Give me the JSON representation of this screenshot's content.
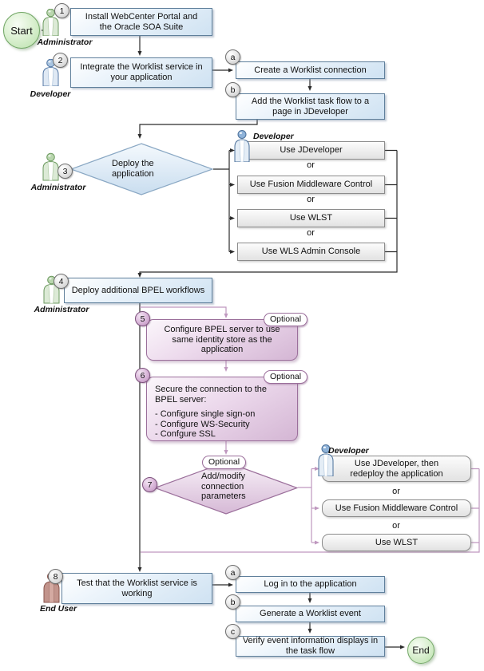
{
  "terminals": {
    "start": "Start",
    "end": "End"
  },
  "actors": {
    "administrator": "Administrator",
    "developer": "Developer",
    "end_user": "End User"
  },
  "separator": "or",
  "optional_label": "Optional",
  "steps": {
    "s1": {
      "badge": "1",
      "text": "Install WebCenter Portal and the Oracle SOA Suite"
    },
    "s2": {
      "badge": "2",
      "text": "Integrate the Worklist service in your application"
    },
    "s2a": {
      "badge": "a",
      "text": "Create a Worklist connection"
    },
    "s2b": {
      "badge": "b",
      "text": "Add the Worklist task flow to a page in JDeveloper"
    },
    "s3": {
      "badge": "3",
      "text": "Deploy the application"
    },
    "s4": {
      "badge": "4",
      "text": "Deploy additional BPEL workflows"
    },
    "s5": {
      "badge": "5",
      "text": "Configure BPEL server to use same identity store as the application"
    },
    "s6": {
      "badge": "6",
      "title": "Secure the connection to the BPEL server:",
      "bullets": [
        "- Configure single sign-on",
        "- Configure WS-Security",
        "- Confgure SSL"
      ]
    },
    "s7": {
      "badge": "7",
      "text": "Add/modify connection parameters"
    },
    "s8": {
      "badge": "8",
      "text": "Test that the Worklist service is working"
    },
    "s8a": {
      "badge": "a",
      "text": "Log in to the application"
    },
    "s8b": {
      "badge": "b",
      "text": "Generate a Worklist event"
    },
    "s8c": {
      "badge": "c",
      "text": "Verify event information displays in the task flow"
    }
  },
  "deploy_options": [
    "Use JDeveloper",
    "Use Fusion Middleware Control",
    "Use WLST",
    "Use WLS Admin Console"
  ],
  "modify_options": [
    "Use JDeveloper, then redeploy the application",
    "Use Fusion Middleware Control",
    "Use WLST"
  ],
  "colors": {
    "blue_box_fill": "#cfe2f2",
    "blue_box_border": "#5f7f9b",
    "purple_box_fill": "#d4b6d4",
    "purple_box_border": "#9b6f9b",
    "gray_box_fill": "#e2e2e2",
    "gray_box_border": "#8c8c8c",
    "terminal_fill": "#b9e0aa",
    "terminal_border": "#74a868",
    "dark_line": "#2b2b2b",
    "purple_line": "#bf98bf"
  }
}
